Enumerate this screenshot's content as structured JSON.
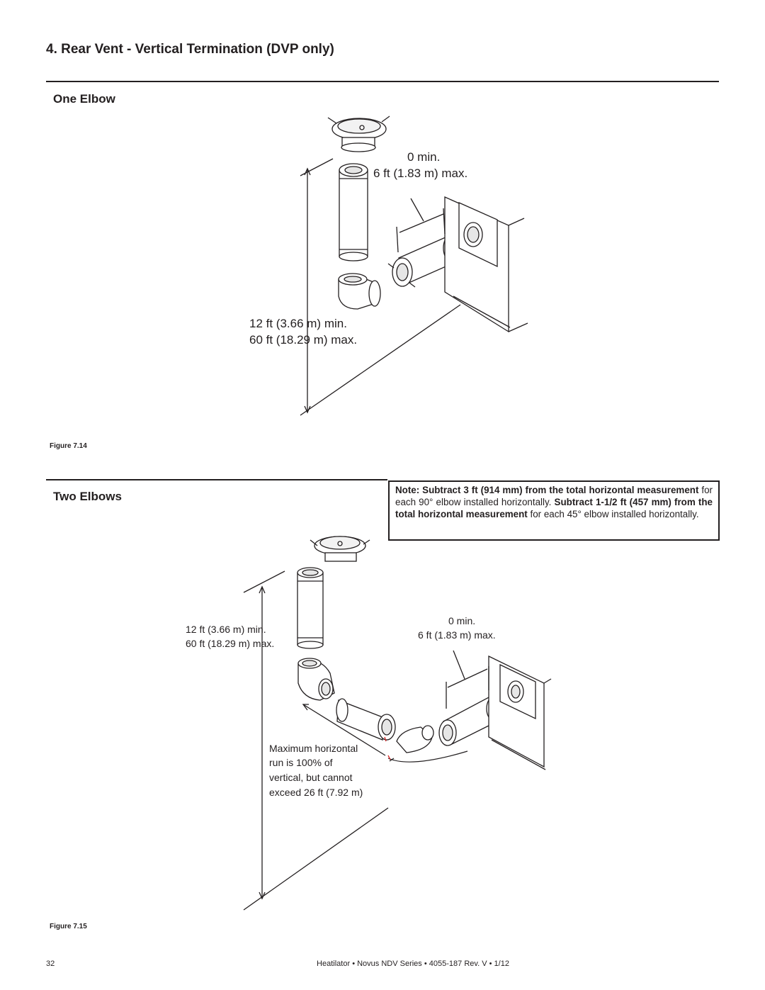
{
  "section": {
    "title": "4.  Rear Vent - Vertical Termination (DVP only)"
  },
  "one_elbow": {
    "heading": "One Elbow",
    "horizontal": {
      "min": "0 min.",
      "max": "6 ft (1.83 m) max."
    },
    "vertical": {
      "min": "12 ft (3.66 m) min.",
      "max": "60 ft (18.29 m) max."
    },
    "figure_label": "Figure 7.14"
  },
  "two_elbows": {
    "heading": "Two Elbows",
    "note": {
      "s1_bold": "Note: Subtract 3 ft (914 mm) from the total horizontal measurement",
      "s1_rest": " for each 90° elbow installed horizontally.",
      "s2_bold": "Subtract 1-1/2 ft (457 mm) from the total horizontal measurement",
      "s2_rest": " for each 45° elbow installed horizontally."
    },
    "vertical": {
      "min": "12 ft (3.66 m) min.",
      "max": "60 ft (18.29 m) max."
    },
    "horizontal": {
      "min": "0 min.",
      "max": "6 ft (1.83 m) max."
    },
    "max_run": [
      "Maximum horizontal",
      "run is 100% of",
      "vertical, but cannot",
      "exceed 26 ft (7.92 m)"
    ],
    "figure_label": "Figure 7.15"
  },
  "footer": {
    "page": "32",
    "brand": "Heatilator",
    "series": "Novus NDV Series",
    "doc": "4055-187 Rev. V",
    "date": "1/12",
    "sep": "•"
  }
}
